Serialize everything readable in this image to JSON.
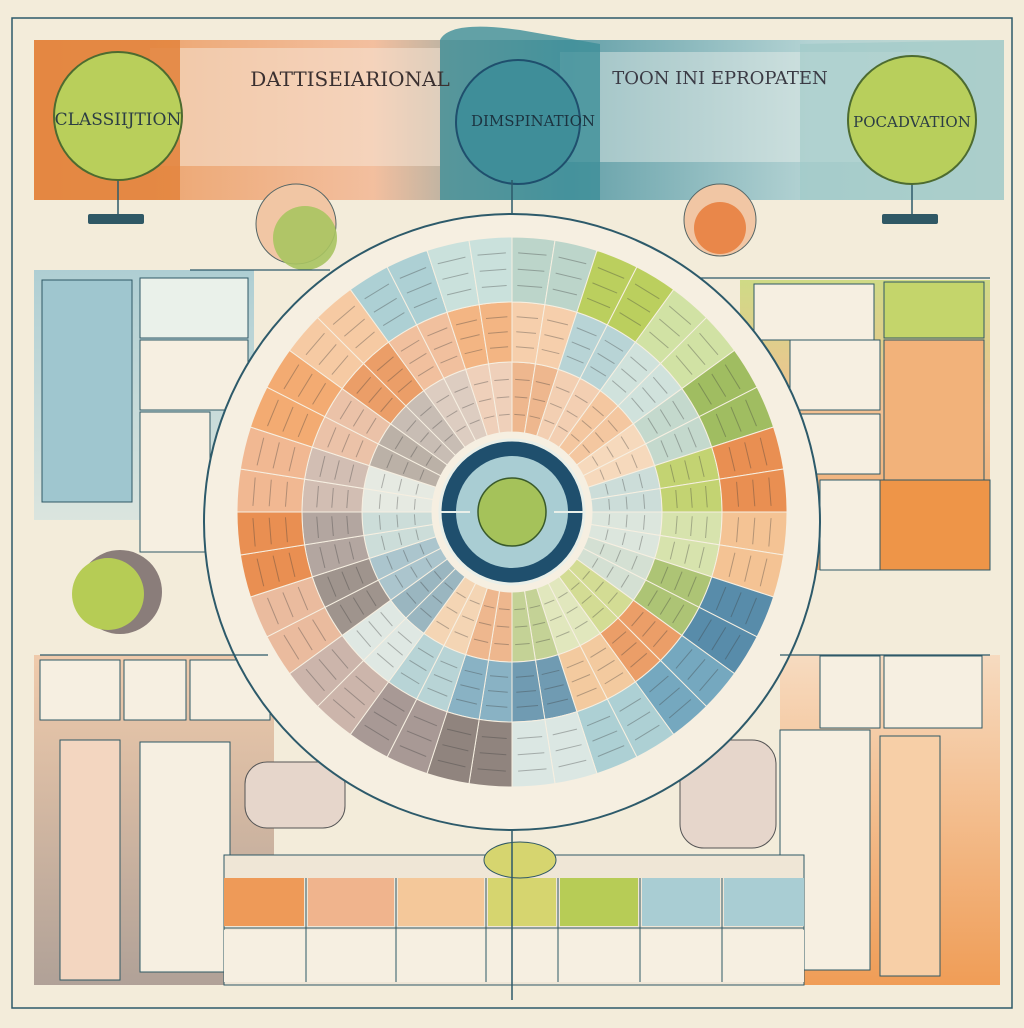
{
  "nodes": {
    "left_label": "CLASSIIJTION",
    "center_label": "DIMSPINATION",
    "right_label": "POCADVATION"
  },
  "banners": {
    "left_title": "DATTISEIARIONAL",
    "right_title": "TOON  INI EPROPATEN"
  },
  "colors": {
    "background": "#f3ecda",
    "orange": "#e8894a",
    "peach": "#f0b48d",
    "teal": "#3f8b95",
    "blue": "#4f86a6",
    "light_blue": "#a9cdd3",
    "green": "#9bb95a",
    "lime": "#b7cc56",
    "grey_brown": "#8a7d78",
    "navy": "#1f4f6d"
  }
}
